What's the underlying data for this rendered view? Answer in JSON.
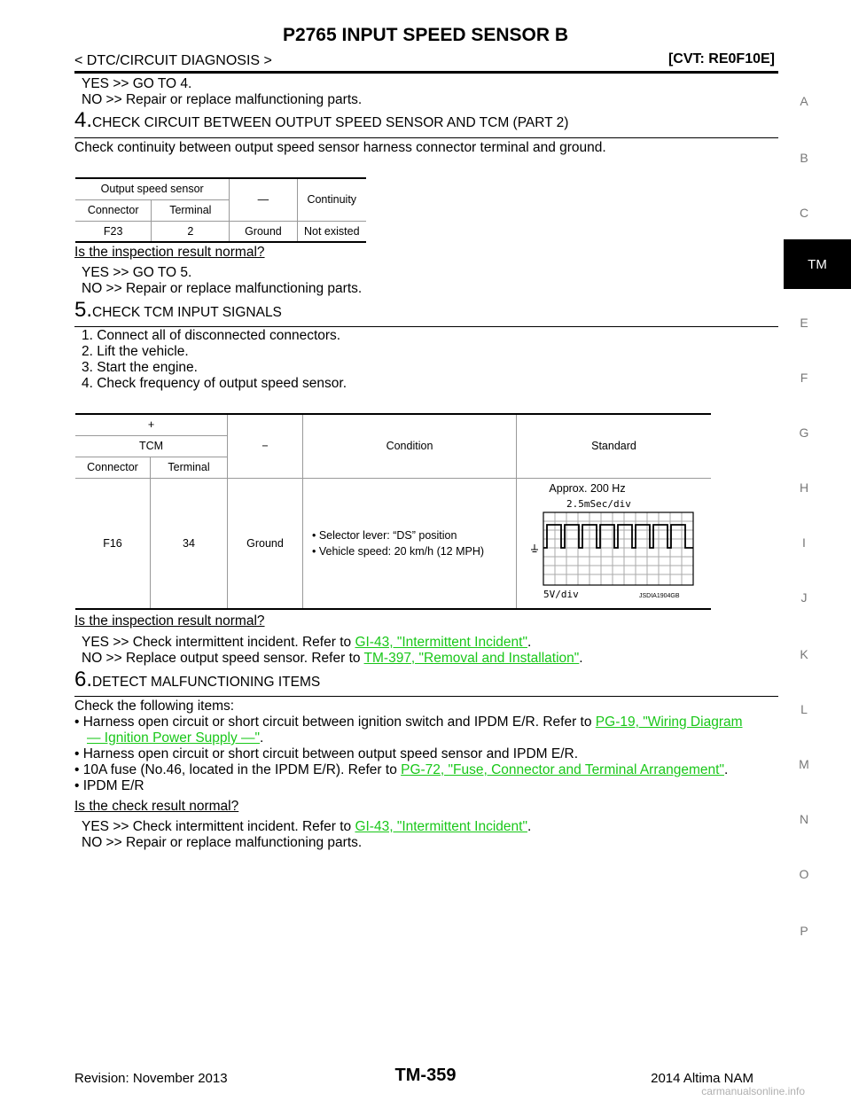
{
  "header": {
    "title": "P2765 INPUT SPEED SENSOR B",
    "section": "< DTC/CIRCUIT DIAGNOSIS >",
    "model": "[CVT: RE0F10E]"
  },
  "intro": {
    "yes": "YES      >> GO TO 4.",
    "no": "NO       >> Repair or replace malfunctioning parts."
  },
  "step4": {
    "num": "4.",
    "title": "CHECK CIRCUIT BETWEEN OUTPUT SPEED SENSOR AND TCM (PART 2)",
    "desc": "Check continuity between output speed sensor harness connector terminal and ground.",
    "table": {
      "group": "Output speed sensor",
      "dash": "—",
      "continuity": "Continuity",
      "connector": "Connector",
      "terminal": "Terminal",
      "row": [
        "F23",
        "2",
        "Ground",
        "Not existed"
      ]
    },
    "question": "Is the inspection result normal?",
    "yes": "YES      >> GO TO 5.",
    "no": "NO       >> Repair or replace malfunctioning parts."
  },
  "step5": {
    "num": "5.",
    "title": "CHECK TCM INPUT SIGNALS",
    "items": [
      "1.  Connect all of disconnected connectors.",
      "2.  Lift the vehicle.",
      "3.  Start the engine.",
      "4.  Check frequency of output speed sensor."
    ],
    "table": {
      "plus": "+",
      "tcm": "TCM",
      "minus": "−",
      "condition": "Condition",
      "standard": "Standard",
      "connector": "Connector",
      "terminal": "Terminal",
      "row": [
        "F16",
        "34",
        "Ground"
      ],
      "cond1": "•  Selector lever: “DS” position",
      "cond2": "•  Vehicle speed: 20 km/h (12 MPH)",
      "std_value": "Approx. 200 Hz",
      "scope_top": "2.5mSec/div",
      "scope_bottom": "5V/div",
      "scope_id": "JSDIA1904GB"
    },
    "question": "Is the inspection result normal?",
    "yes_pre": "YES      >> Check intermittent incident. Refer to ",
    "yes_link": "GI-43, \"Intermittent Incident\"",
    "no_pre": "NO       >> Replace output speed sensor. Refer to ",
    "no_link": "TM-397, \"Removal and Installation\"",
    "period": "."
  },
  "step6": {
    "num": "6.",
    "title": "DETECT MALFUNCTIONING ITEMS",
    "desc": "Check the following items:",
    "b1_pre": "•  Harness open circuit or short circuit between ignition switch and IPDM E/R. Refer to ",
    "b1_link": "PG-19, \"Wiring Diagram",
    "b1_link2": "— Ignition Power Supply —\"",
    "b2": "•  Harness open circuit or short circuit between output speed sensor and IPDM E/R.",
    "b3_pre": "•  10A fuse (No.46, located in the IPDM E/R). Refer to ",
    "b3_link": "PG-72, \"Fuse, Connector and Terminal Arrangement\"",
    "b4": "•  IPDM E/R",
    "question": "Is the check result normal?",
    "yes_pre": "YES      >> Check intermittent incident. Refer to ",
    "yes_link": "GI-43, \"Intermittent Incident\"",
    "no": "NO       >> Repair or replace malfunctioning parts.",
    "period": "."
  },
  "side_index": [
    "A",
    "B",
    "C",
    "TM",
    "E",
    "F",
    "G",
    "H",
    "I",
    "J",
    "K",
    "L",
    "M",
    "N",
    "O",
    "P"
  ],
  "footer": {
    "revision": "Revision: November 2013",
    "page": "TM-359",
    "model": "2014 Altima NAM",
    "watermark": "carmanualsonline.info"
  }
}
